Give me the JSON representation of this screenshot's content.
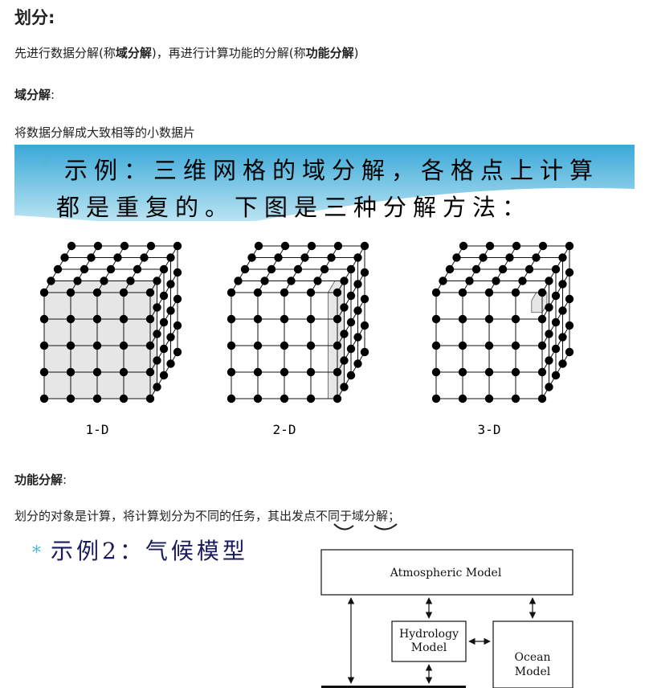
{
  "heading": "划分:",
  "intro": {
    "part1": "先进行数据分解(称",
    "bold1": "域分解",
    "part2": ")，再进行计算功能的分解(称",
    "bold2": "功能分解",
    "part3": ")"
  },
  "domain_section": {
    "title": "域分解",
    "colon": ":",
    "description": "将数据分解成大致相等的小数据片"
  },
  "slide1": {
    "line1": "示例：三维网格的域分解，各格点上计算",
    "line2": "都是重复的。下图是三种分解方法：",
    "labels": [
      "1-D",
      "2-D",
      "3-D"
    ]
  },
  "function_section": {
    "title": "功能分解",
    "colon": ":",
    "description": "划分的对象是计算，将计算划分为不同的任务，其出发点不同于域分解；"
  },
  "slide2": {
    "title": "示例2：气候模型",
    "boxes": {
      "atmospheric": "Atmospheric Model",
      "hydrology_line1": "Hydrology",
      "hydrology_line2": "Model",
      "ocean_line1": "Ocean",
      "ocean_line2": "Model"
    }
  },
  "colors": {
    "banner_blue": "#4fb6d8",
    "slide_text": "#1a1a5e",
    "cube_fill": "#e6e6e6"
  }
}
